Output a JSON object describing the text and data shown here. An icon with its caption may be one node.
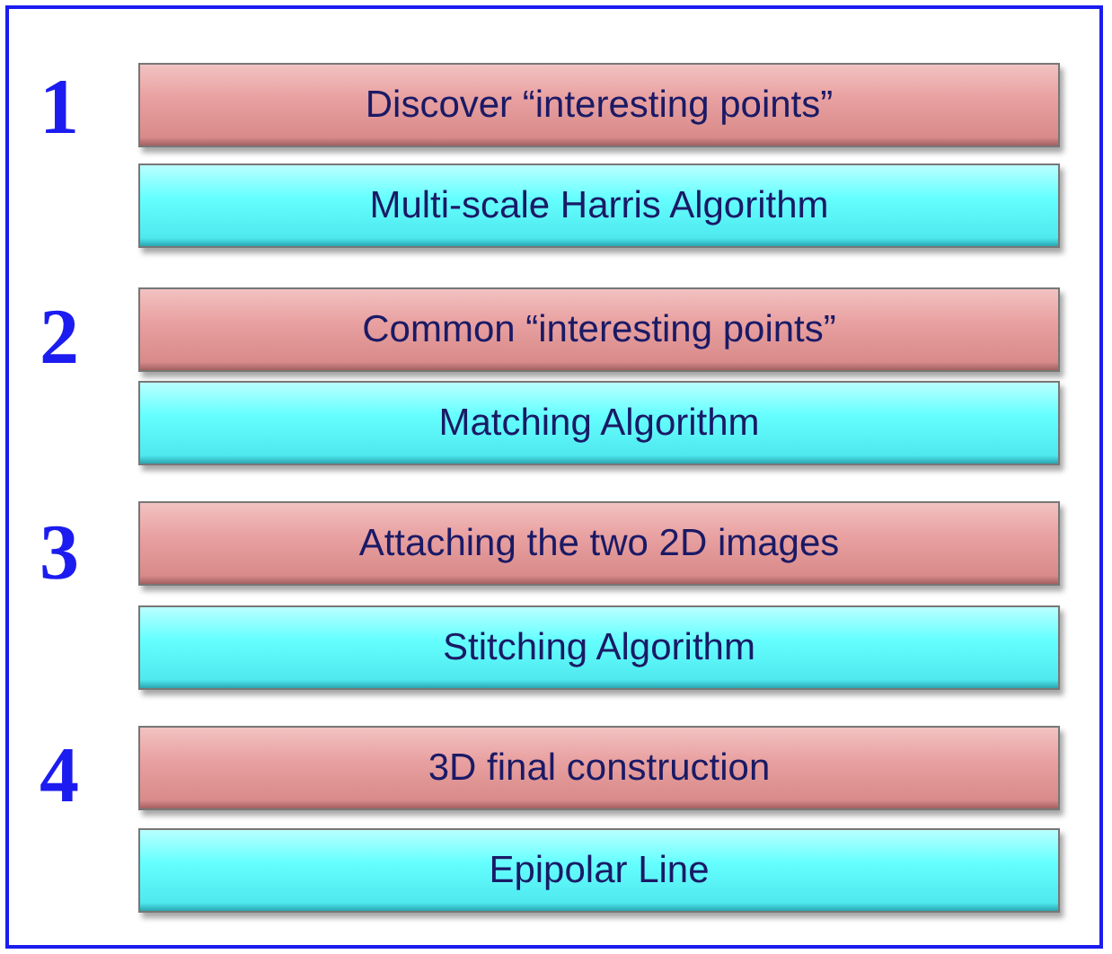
{
  "diagram": {
    "nodes": [
      {
        "text": [
          "Discover “interesting points”"
        ]
      },
      {
        "text": [
          "Multi-scale Harris Algorithm"
        ]
      },
      {
        "text": [
          "Common “interesting points”"
        ]
      },
      {
        "text": [
          "Matching Algorithm"
        ]
      },
      {
        "text": [
          "Attaching the two 2D images"
        ]
      },
      {
        "text": [
          "Stitching Algorithm"
        ]
      },
      {
        "text": [
          "3D final construction"
        ]
      },
      {
        "text": [
          "Epipolar Line"
        ]
      }
    ],
    "labels": [
      "1",
      "2",
      "3",
      "4"
    ]
  }
}
